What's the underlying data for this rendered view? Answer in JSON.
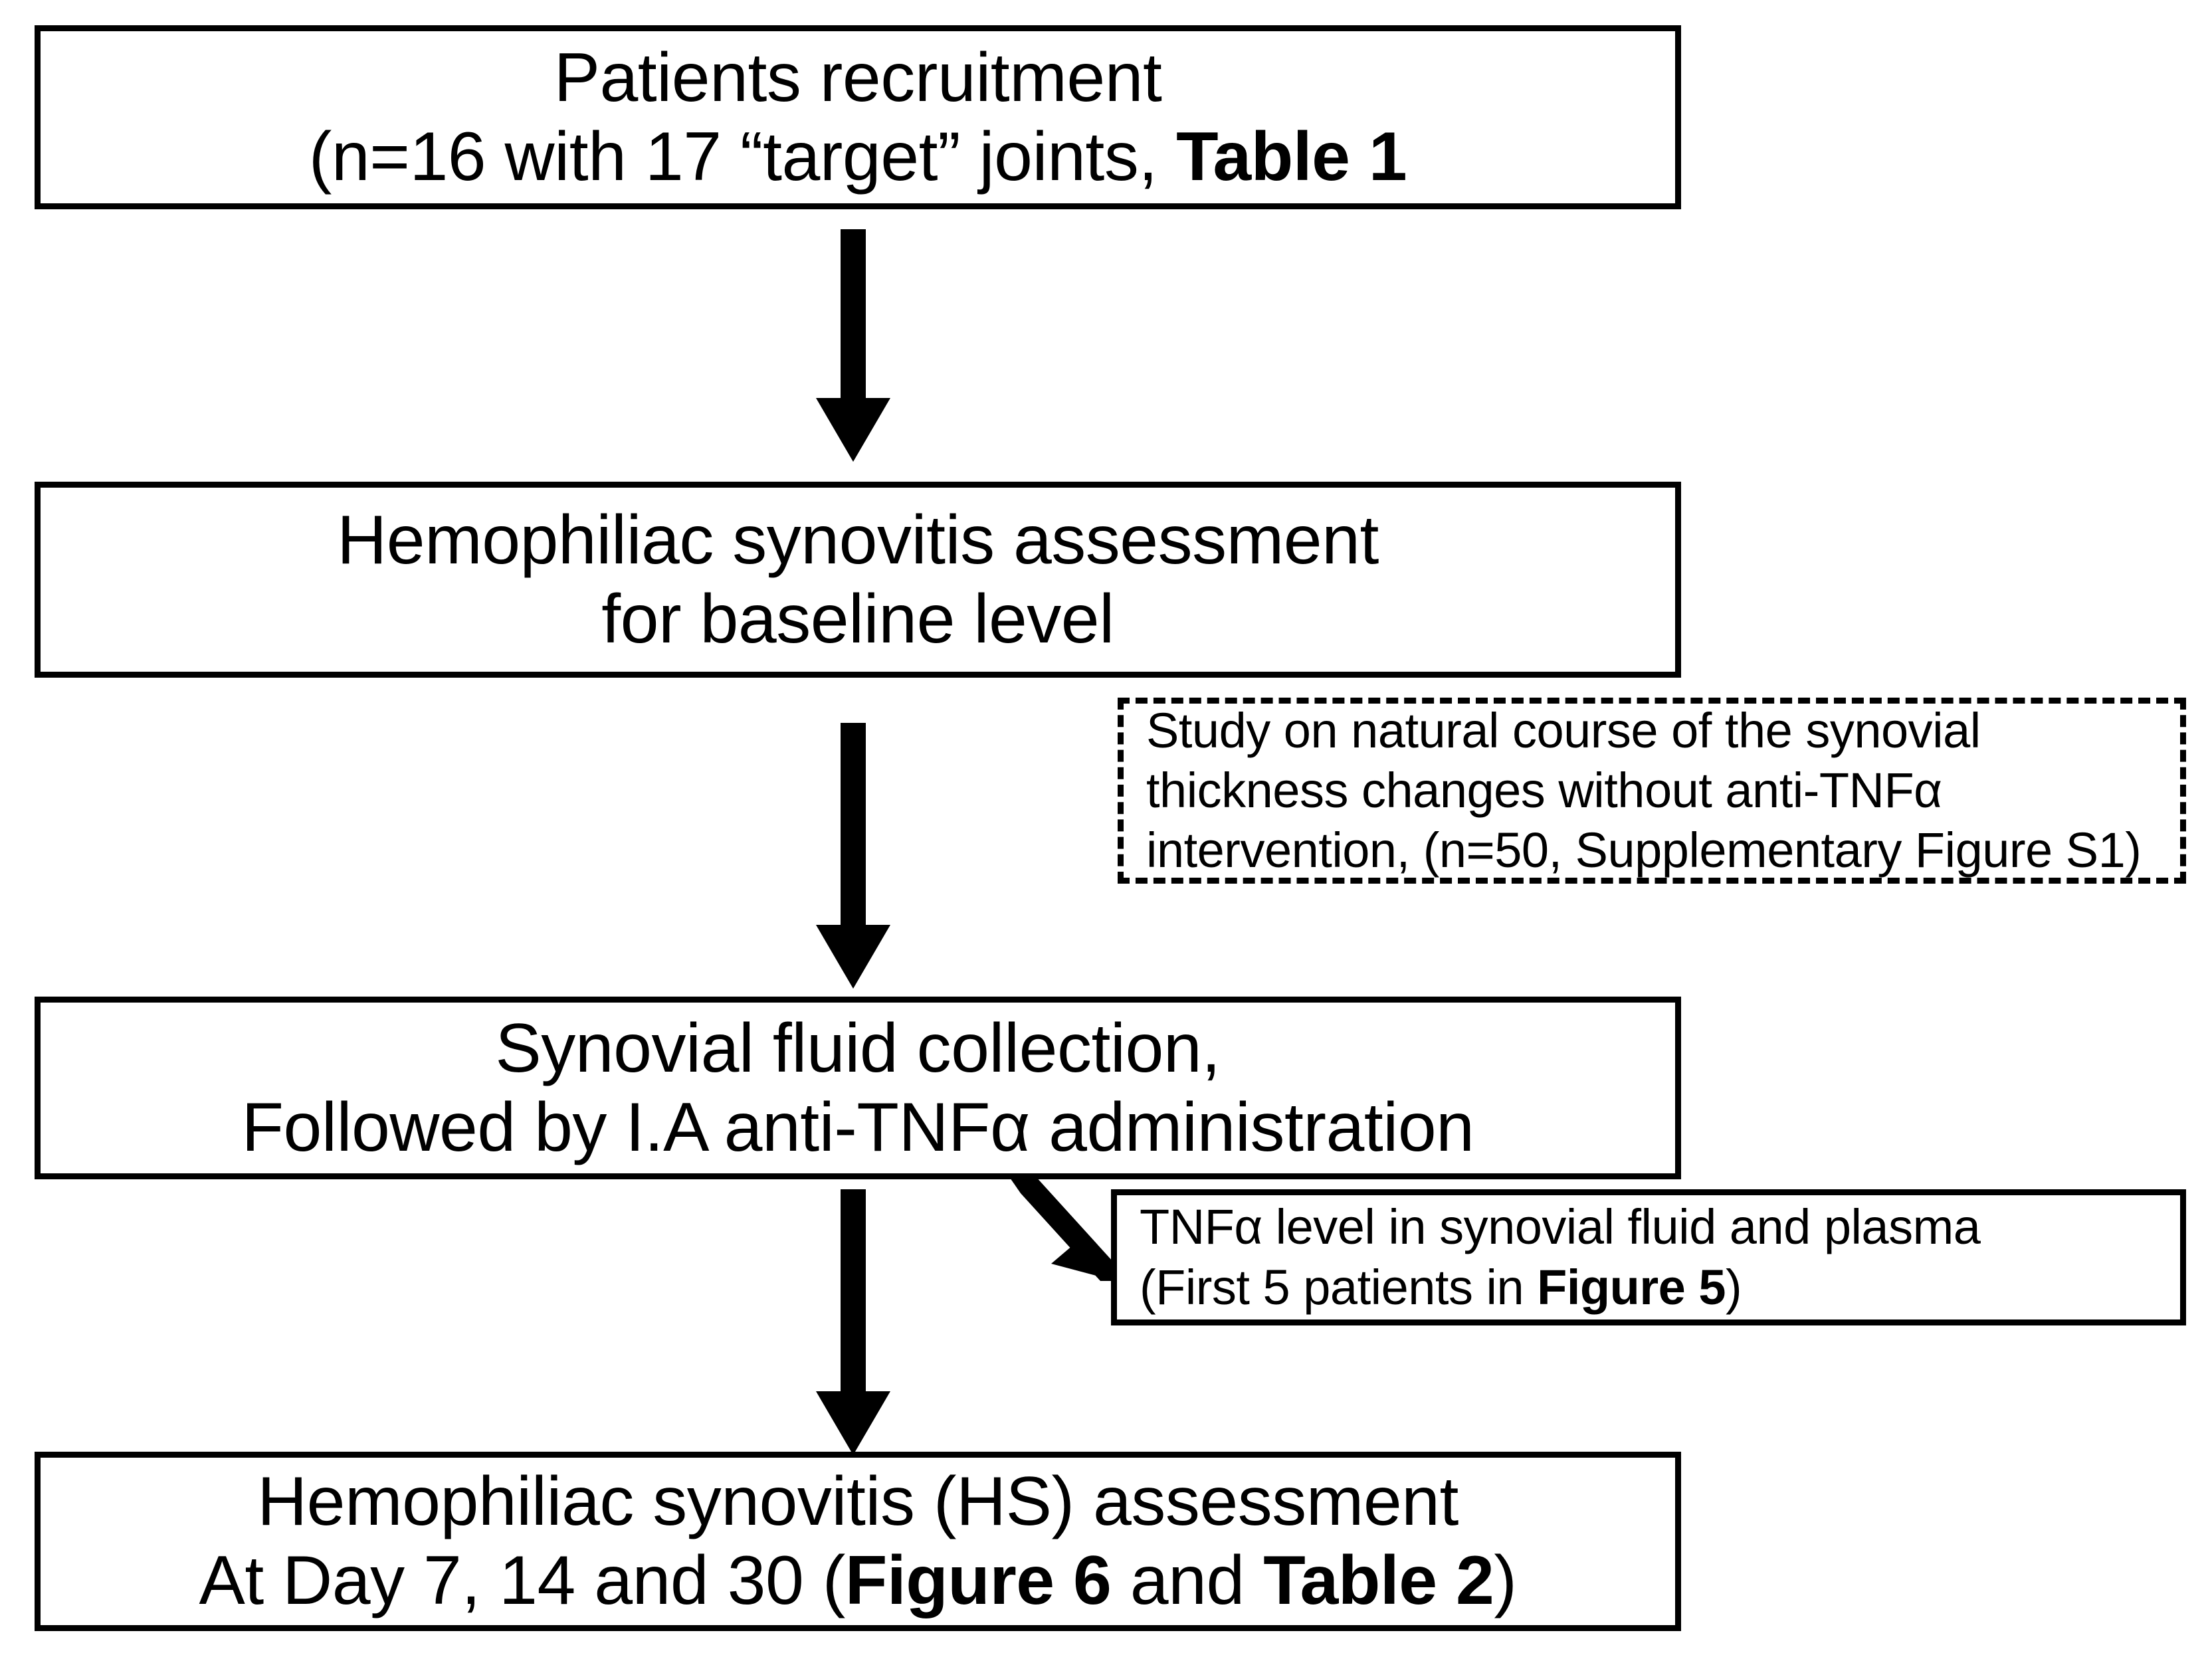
{
  "figure": {
    "type": "flowchart",
    "orientation": "vertical",
    "background_color": "#ffffff",
    "stroke_color": "#000000"
  },
  "nodes": {
    "recruitment": {
      "id": "box-1",
      "shape": "rectangle",
      "border_style": "solid",
      "line1": "Patients recruitment",
      "line2_prefix": "(n=16 with 17 “target” joints, ",
      "line2_bold": "Table 1",
      "line2_suffix": ""
    },
    "baseline_assessment": {
      "id": "box-2",
      "shape": "rectangle",
      "border_style": "solid",
      "line1": "Hemophiliac synovitis assessment",
      "line2": "for baseline level"
    },
    "natural_course": {
      "id": "side-box-dashed",
      "shape": "rectangle",
      "border_style": "dashed",
      "line1": "Study on natural course of the synovial",
      "line2": "thickness changes without anti-TNFα",
      "line3": "intervention, (n=50, Supplementary Figure S1)"
    },
    "fluid_collection": {
      "id": "box-3",
      "shape": "rectangle",
      "border_style": "solid",
      "line1": "Synovial fluid collection,",
      "line2": "Followed by I.A anti-TNFα administration"
    },
    "tnf_levels": {
      "id": "side-box-solid",
      "shape": "rectangle",
      "border_style": "solid",
      "line1": "TNFα level in synovial fluid and plasma",
      "line2_prefix": "(First 5 patients in ",
      "line2_bold": "Figure 5",
      "line2_suffix": ")"
    },
    "followup_assessment": {
      "id": "box-4",
      "shape": "rectangle",
      "border_style": "solid",
      "line1": "Hemophiliac synovitis (HS) assessment",
      "line2_prefix": "At Day 7, 14 and 30 (",
      "line2_bold1": "Figure 6",
      "line2_mid": " and ",
      "line2_bold2": "Table 2",
      "line2_suffix": ")"
    }
  },
  "edges": [
    {
      "id": "arrow-1",
      "from": "recruitment",
      "to": "baseline_assessment",
      "direction": "down",
      "style": "solid-filled-head"
    },
    {
      "id": "arrow-2",
      "from": "baseline_assessment",
      "to": "fluid_collection",
      "direction": "down",
      "style": "solid-filled-head"
    },
    {
      "id": "arrow-3",
      "from": "fluid_collection",
      "to": "followup_assessment",
      "direction": "down",
      "style": "solid-filled-head"
    },
    {
      "id": "arrow-4",
      "from": "fluid_collection",
      "to": "tnf_levels",
      "direction": "down-right-diagonal",
      "style": "solid-filled-head"
    }
  ]
}
